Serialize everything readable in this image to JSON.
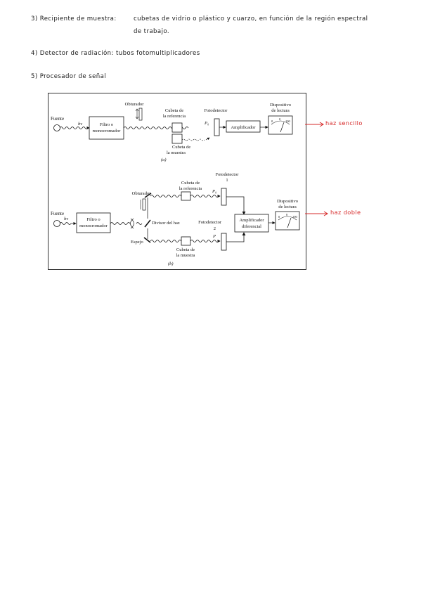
{
  "notes": {
    "line3_label": "3) Recipiente de muestra:",
    "line3_text": "cubetas de vidrio o plástico y cuarzo, en función de la región espectral",
    "line3_cont": "de trabajo.",
    "line4": "4) Detector de radiación: tubos fotomultiplicadores",
    "line5": "5) Procesador de señal",
    "annotation_simple": "haz sencillo",
    "annotation_double": "haz doble"
  },
  "diagram_a": {
    "fuente": "Fuente",
    "hv": "hν",
    "filtro_1": "Filtro o",
    "filtro_2": "monocromador",
    "obturador": "Obturador",
    "cubeta_ref_1": "Cubeta de",
    "cubeta_ref_2": "la referencia",
    "cubeta_mue_1": "Cubeta de",
    "cubeta_mue_2": "la muestra",
    "fotodetector": "Fotodetector",
    "p0": "P₀",
    "amplificador": "Amplificador",
    "disp_1": "Dispositivo",
    "disp_2": "de lectura",
    "scale_0": "0",
    "scale_mid": "0",
    "scale_100": "100",
    "caption": "(a)"
  },
  "diagram_b": {
    "fuente": "Fuente",
    "hv": "hν",
    "filtro_1": "Filtro o",
    "filtro_2": "monocromador",
    "obturador": "Obturador",
    "divisor": "Divisor del haz",
    "espejo": "Espejo",
    "cubeta_ref_1": "Cubeta de",
    "cubeta_ref_2": "la referencia",
    "cubeta_mue_1": "Cubeta de",
    "cubeta_mue_2": "la muestra",
    "fotodet1_1": "Fotodetector",
    "fotodet1_2": "1",
    "fotodet2_1": "Fotodetector",
    "fotodet2_2": "2",
    "p0": "P₀",
    "p": "P",
    "amp_1": "Amplificador",
    "amp_2": "diferencial",
    "disp_1": "Dispositivo",
    "disp_2": "de lectura",
    "scale_0": "0",
    "scale_mid": "0",
    "scale_100": "100",
    "caption": "(b)"
  },
  "colors": {
    "annotation": "#d62828",
    "ink": "#111111"
  }
}
